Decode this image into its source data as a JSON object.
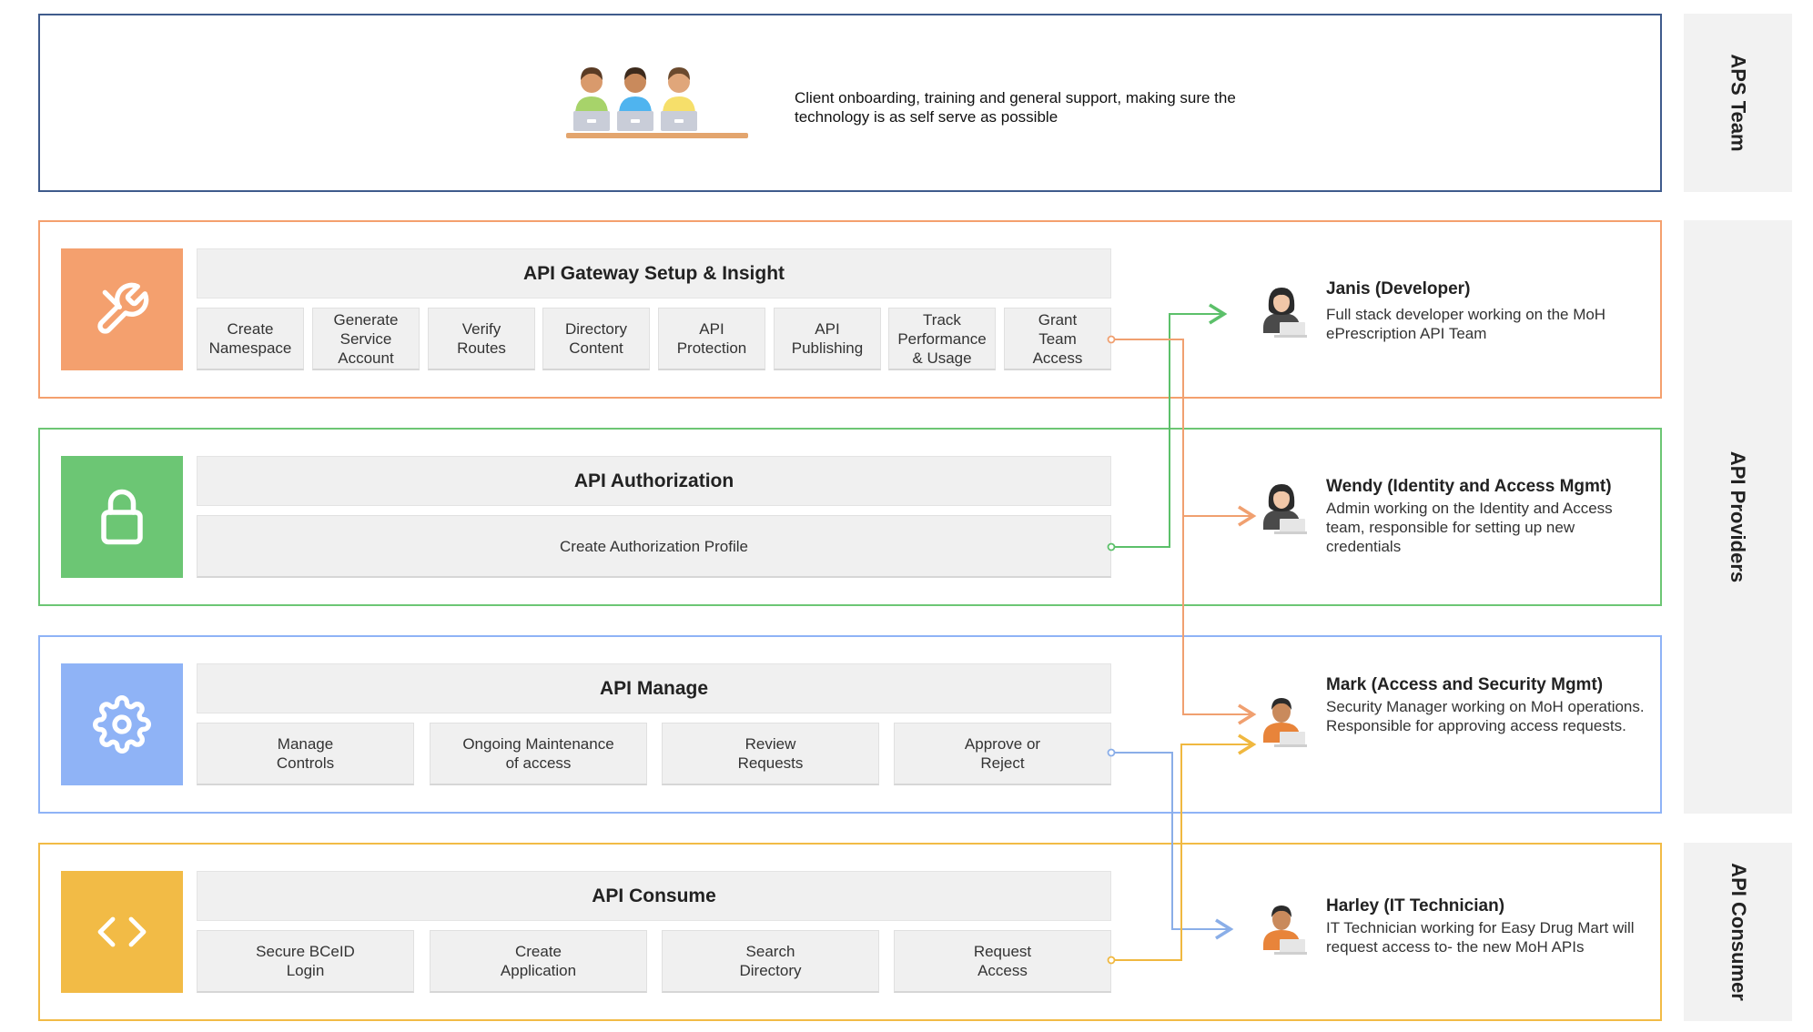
{
  "aps": {
    "description": "Client onboarding, training and general support, making sure the technology is as self serve as possible"
  },
  "sections": {
    "setup": {
      "title": "API Gateway Setup & Insight",
      "tiles": [
        "Create\nNamespace",
        "Generate\nService\nAccount",
        "Verify\nRoutes",
        "Directory\nContent",
        "API\nProtection",
        "API\nPublishing",
        "Track\nPerformance\n& Usage",
        "Grant\nTeam\nAccess"
      ]
    },
    "authorization": {
      "title": "API Authorization",
      "tiles": [
        "Create Authorization Profile"
      ]
    },
    "manage": {
      "title": "API Manage",
      "tiles": [
        "Manage\nControls",
        "Ongoing Maintenance\nof access",
        "Review\nRequests",
        "Approve or\nReject"
      ]
    },
    "consume": {
      "title": "API Consume",
      "tiles": [
        "Secure BCeID\nLogin",
        "Create\nApplication",
        "Search\nDirectory",
        "Request\nAccess"
      ]
    }
  },
  "people": {
    "janis": {
      "name": "Janis (Developer)",
      "description": "Full stack developer working on the MoH ePrescription API Team"
    },
    "wendy": {
      "name": "Wendy (Identity and Access Mgmt)",
      "description": "Admin working on the Identity and Access team, responsible for setting up new credentials"
    },
    "mark": {
      "name": "Mark (Access and Security Mgmt)",
      "description": "Security Manager working on MoH operations. Responsible for approving access requests."
    },
    "harley": {
      "name": "Harley (IT Technician)",
      "description": "IT Technician working for Easy Drug Mart will request access to- the new MoH APIs"
    }
  },
  "side_labels": {
    "aps_team": "APS Team",
    "api_providers": "API Providers",
    "api_consumer": "API Consumer"
  },
  "colors": {
    "aps_border": "#3f5b8c",
    "orange": "#f4a06e",
    "orange_line": "#f0a070",
    "green": "#6cc674",
    "green_line": "#5cc06a",
    "blue": "#8fb3f6",
    "blue_line": "#8aaee8",
    "yellow": "#f2bb46",
    "yellow_line": "#f0b840"
  },
  "icons": {
    "setup": "wrench-icon",
    "authorization": "lock-icon",
    "manage": "gear-icon",
    "consume": "code-brackets-icon",
    "aps": "support-team-icon",
    "person_female": "female-user-laptop-icon",
    "person_male": "male-user-laptop-icon"
  }
}
